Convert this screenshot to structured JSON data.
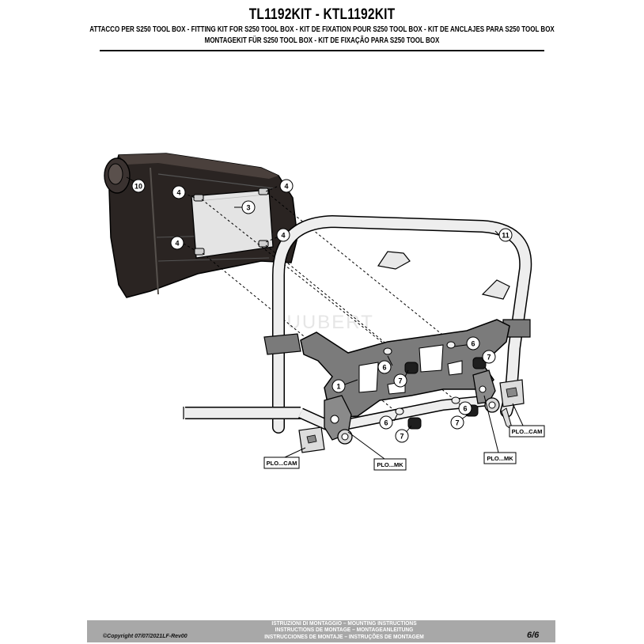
{
  "header": {
    "title": "TL1192KIT - KTL1192KIT",
    "subtitle_line1": "ATTACCO  PER S250 TOOL BOX - FITTING KIT FOR S250 TOOL BOX - KIT DE FIXATION POUR S250 TOOL BOX - KIT DE ANCLAJES PARA S250 TOOL BOX",
    "subtitle_line2": "MONTAGEKIT FÜR S250 TOOL BOX - KIT DE FIXAÇÃO PARA S250 TOOL BOX"
  },
  "callouts": {
    "toolbox": "10",
    "plate": "3",
    "screw": "4",
    "frame": "11",
    "bracket": "1",
    "washer": "6",
    "nut": "7"
  },
  "labels": {
    "plo_cam": "PLO...CAM",
    "plo_mk": "PLO...MK"
  },
  "watermark": "CUUBERT",
  "footer": {
    "copyright": "©Copyright 07/07/2021LF-Rev00",
    "line1": "ISTRUZIONI DI MONTAGGIO  –  MOUNTING INSTRUCTIONS",
    "line2": "INSTRUCTIONS DE MONTAGE  –  MONTAGEANLEITUNG",
    "line3": "INSTRUCCIONES DE MONTAJE  –  INSTRUÇÕES DE MONTAGEM",
    "page": "6/6"
  }
}
